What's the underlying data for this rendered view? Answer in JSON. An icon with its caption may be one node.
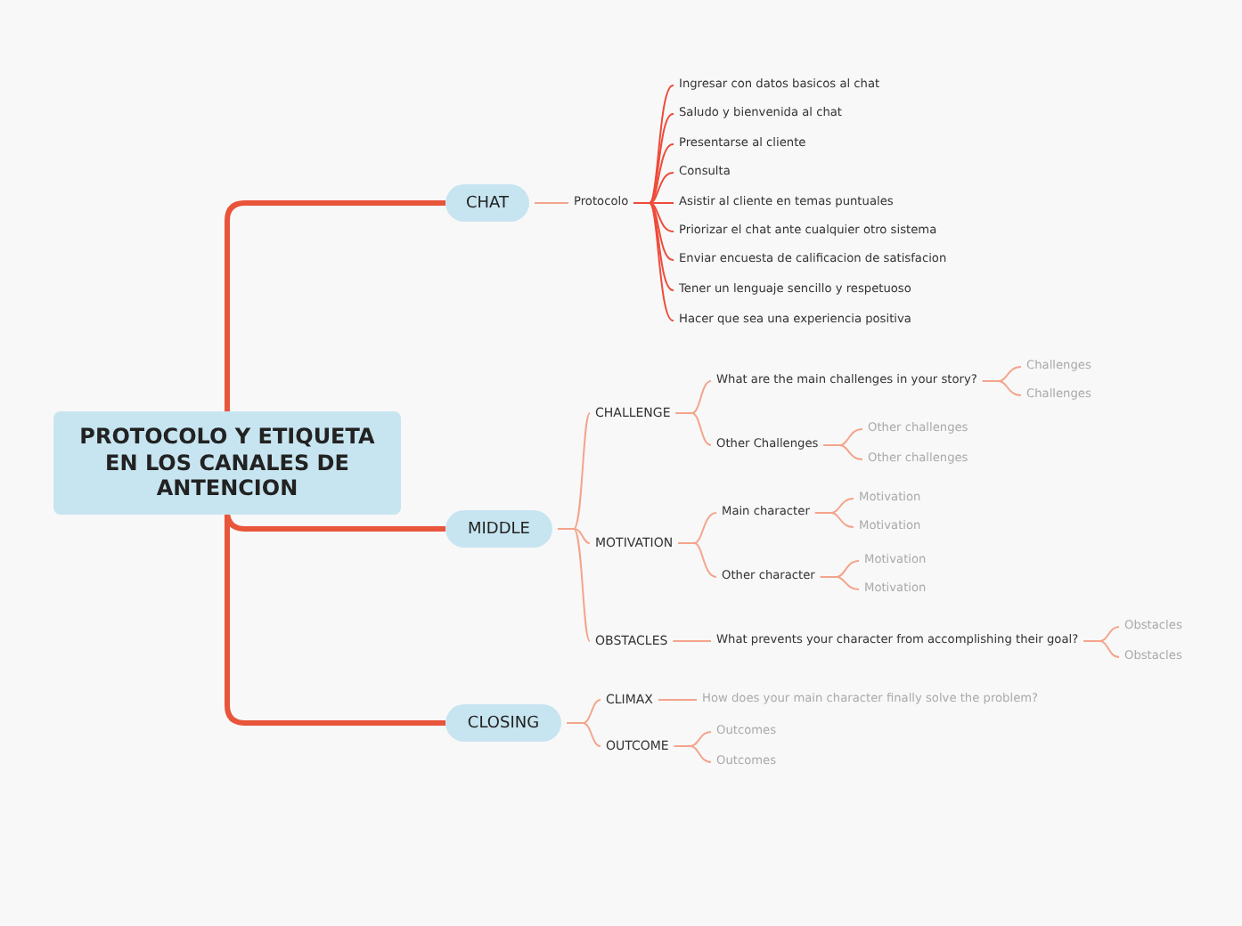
{
  "diagram": {
    "nodes": [
      {
        "text": [
          "PROTOCOLO Y ETIQUETA EN LOS CANALES DE ANTENCION"
        ]
      },
      {
        "text": [
          "CHAT"
        ]
      },
      {
        "text": [
          "Protocolo"
        ]
      },
      {
        "text": [
          "Ingresar con datos basicos al chat"
        ]
      },
      {
        "text": [
          "Saludo y bienvenida al chat"
        ]
      },
      {
        "text": [
          "Presentarse al cliente"
        ]
      },
      {
        "text": [
          "Consulta"
        ]
      },
      {
        "text": [
          "Asistir al cliente en temas puntuales"
        ]
      },
      {
        "text": [
          "Priorizar el chat ante cualquier otro sistema"
        ]
      },
      {
        "text": [
          "Enviar encuesta de calificacion de satisfacion"
        ]
      },
      {
        "text": [
          "Tener un lenguaje sencillo y respetuoso"
        ]
      },
      {
        "text": [
          "Hacer que sea una experiencia positiva"
        ]
      },
      {
        "text": [
          "MIDDLE"
        ]
      },
      {
        "text": [
          "CHALLENGE"
        ]
      },
      {
        "text": [
          "What are the main challenges in your story?"
        ]
      },
      {
        "text": [
          "Challenges"
        ]
      },
      {
        "text": [
          "Challenges"
        ]
      },
      {
        "text": [
          "Other Challenges"
        ]
      },
      {
        "text": [
          "Other challenges"
        ]
      },
      {
        "text": [
          "Other challenges"
        ]
      },
      {
        "text": [
          "MOTIVATION"
        ]
      },
      {
        "text": [
          "Main character"
        ]
      },
      {
        "text": [
          "Motivation"
        ]
      },
      {
        "text": [
          "Motivation"
        ]
      },
      {
        "text": [
          "Other character"
        ]
      },
      {
        "text": [
          "Motivation"
        ]
      },
      {
        "text": [
          "Motivation"
        ]
      },
      {
        "text": [
          "OBSTACLES"
        ]
      },
      {
        "text": [
          "What prevents your character from accomplishing their goal?"
        ]
      },
      {
        "text": [
          "Obstacles"
        ]
      },
      {
        "text": [
          "Obstacles"
        ]
      },
      {
        "text": [
          "CLOSING"
        ]
      },
      {
        "text": [
          "CLIMAX"
        ]
      },
      {
        "text": [
          "How does your main character finally solve the problem?"
        ]
      },
      {
        "text": [
          "OUTCOME"
        ]
      },
      {
        "text": [
          "Outcomes"
        ]
      },
      {
        "text": [
          "Outcomes"
        ]
      }
    ],
    "edges": [
      {
        "from": 0,
        "to": 1,
        "arrow": "none",
        "style": "thick",
        "color": "#e8553a"
      },
      {
        "from": 1,
        "to": 2,
        "arrow": "none"
      },
      {
        "from": 2,
        "to": 3,
        "arrow": "none",
        "color": "#ee4b3a"
      },
      {
        "from": 2,
        "to": 4,
        "arrow": "none",
        "color": "#ee4b3a"
      },
      {
        "from": 2,
        "to": 5,
        "arrow": "none",
        "color": "#ee4b3a"
      },
      {
        "from": 2,
        "to": 6,
        "arrow": "none",
        "color": "#ee4b3a"
      },
      {
        "from": 2,
        "to": 7,
        "arrow": "none",
        "color": "#ee4b3a"
      },
      {
        "from": 2,
        "to": 8,
        "arrow": "none",
        "color": "#ee4b3a"
      },
      {
        "from": 2,
        "to": 9,
        "arrow": "none",
        "color": "#ee4b3a"
      },
      {
        "from": 2,
        "to": 10,
        "arrow": "none",
        "color": "#ee4b3a"
      },
      {
        "from": 2,
        "to": 11,
        "arrow": "none",
        "color": "#ee4b3a"
      },
      {
        "from": 0,
        "to": 12,
        "arrow": "none",
        "style": "thick",
        "color": "#e8553a"
      },
      {
        "from": 12,
        "to": 13,
        "arrow": "none"
      },
      {
        "from": 13,
        "to": 14,
        "arrow": "none"
      },
      {
        "from": 14,
        "to": 15,
        "arrow": "none"
      },
      {
        "from": 14,
        "to": 16,
        "arrow": "none"
      },
      {
        "from": 13,
        "to": 17,
        "arrow": "none"
      },
      {
        "from": 17,
        "to": 18,
        "arrow": "none"
      },
      {
        "from": 17,
        "to": 19,
        "arrow": "none"
      },
      {
        "from": 12,
        "to": 20,
        "arrow": "none"
      },
      {
        "from": 20,
        "to": 21,
        "arrow": "none"
      },
      {
        "from": 21,
        "to": 22,
        "arrow": "none"
      },
      {
        "from": 21,
        "to": 23,
        "arrow": "none"
      },
      {
        "from": 20,
        "to": 24,
        "arrow": "none"
      },
      {
        "from": 24,
        "to": 25,
        "arrow": "none"
      },
      {
        "from": 24,
        "to": 26,
        "arrow": "none"
      },
      {
        "from": 12,
        "to": 27,
        "arrow": "none"
      },
      {
        "from": 27,
        "to": 28,
        "arrow": "none"
      },
      {
        "from": 28,
        "to": 29,
        "arrow": "none"
      },
      {
        "from": 28,
        "to": 30,
        "arrow": "none"
      },
      {
        "from": 0,
        "to": 31,
        "arrow": "none",
        "style": "thick",
        "color": "#e8553a"
      },
      {
        "from": 31,
        "to": 32,
        "arrow": "none"
      },
      {
        "from": 32,
        "to": 33,
        "arrow": "none"
      },
      {
        "from": 31,
        "to": 34,
        "arrow": "none"
      },
      {
        "from": 34,
        "to": 35,
        "arrow": "none"
      },
      {
        "from": 34,
        "to": 36,
        "arrow": "none"
      }
    ]
  }
}
